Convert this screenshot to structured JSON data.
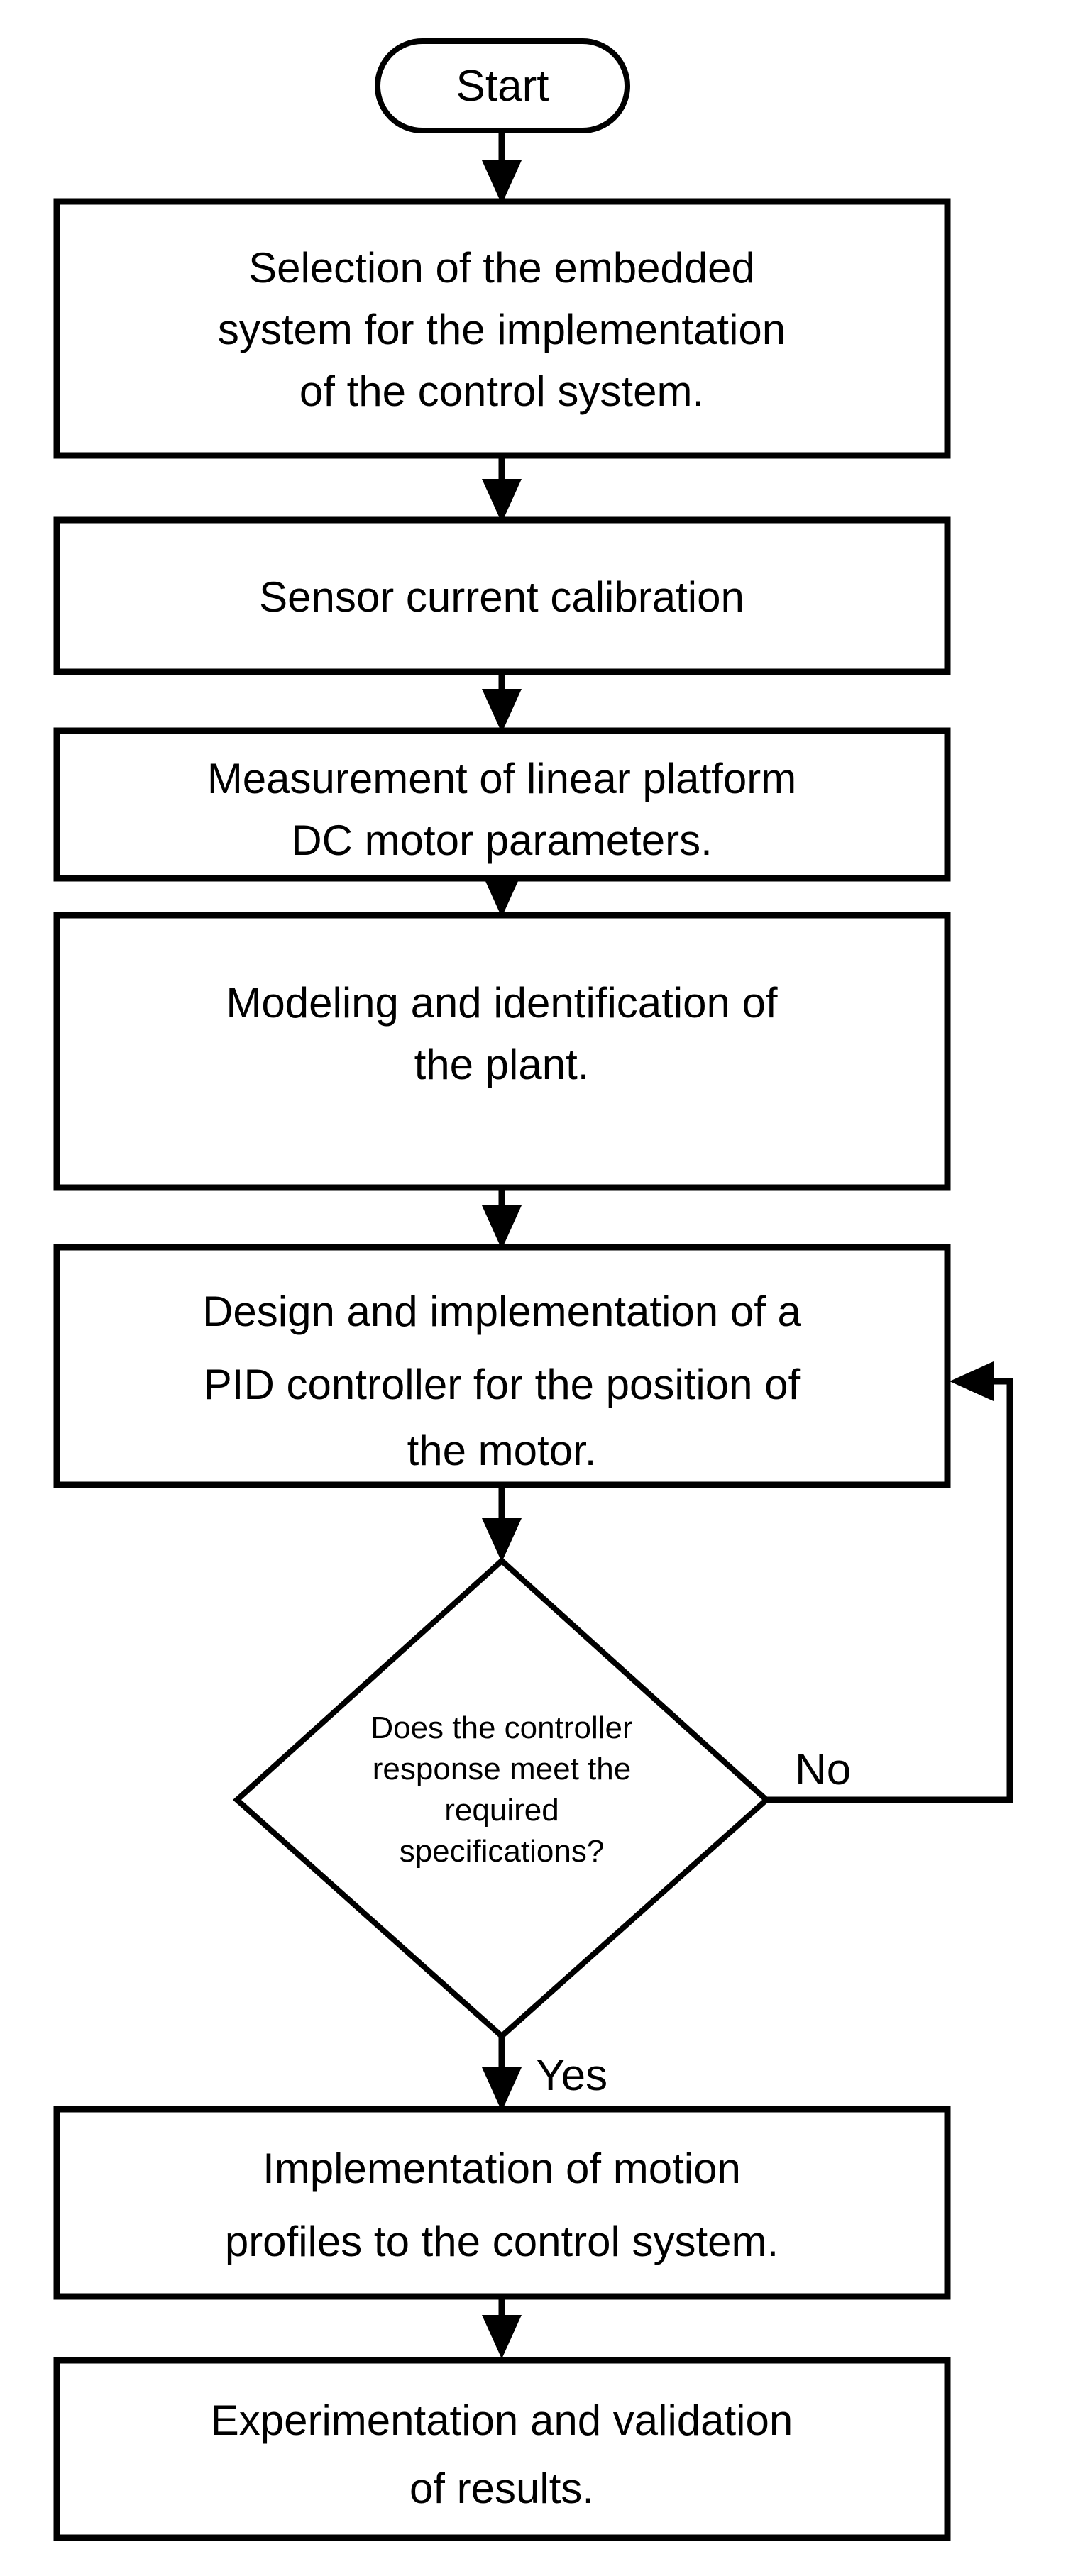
{
  "diagram": {
    "type": "flowchart",
    "orientation": "vertical",
    "background_color": "#ffffff",
    "stroke_color": "#000000",
    "fill_color": "#ffffff",
    "nodes": [
      {
        "id": "start",
        "shape": "terminator",
        "label": "Start"
      },
      {
        "id": "selection",
        "shape": "process",
        "lines": [
          "Selection of the embedded",
          "system for the implementation",
          "of the control system."
        ]
      },
      {
        "id": "calibration",
        "shape": "process",
        "lines": [
          "Sensor current calibration"
        ]
      },
      {
        "id": "measurement",
        "shape": "process",
        "lines": [
          "Measurement of linear platform",
          "DC motor parameters."
        ]
      },
      {
        "id": "modeling",
        "shape": "process",
        "lines": [
          "Modeling and identification of",
          "the plant."
        ]
      },
      {
        "id": "pid",
        "shape": "process",
        "lines": [
          "Design and implementation of a",
          "PID controller for the position of",
          "the motor."
        ]
      },
      {
        "id": "decision",
        "shape": "decision",
        "lines": [
          "Does the controller",
          "response meet the",
          "required",
          "specifications?"
        ]
      },
      {
        "id": "profiles",
        "shape": "process",
        "lines": [
          "Implementation of motion",
          "profiles to the control system."
        ]
      },
      {
        "id": "experimentation",
        "shape": "process",
        "lines": [
          "Experimentation and validation",
          "of results."
        ]
      }
    ],
    "edges": [
      {
        "id": "e1",
        "from": "start",
        "to": "selection",
        "label": ""
      },
      {
        "id": "e2",
        "from": "selection",
        "to": "calibration",
        "label": ""
      },
      {
        "id": "e3",
        "from": "calibration",
        "to": "measurement",
        "label": ""
      },
      {
        "id": "e4",
        "from": "measurement",
        "to": "modeling",
        "label": ""
      },
      {
        "id": "e5",
        "from": "modeling",
        "to": "pid",
        "label": ""
      },
      {
        "id": "e6",
        "from": "pid",
        "to": "decision",
        "label": ""
      },
      {
        "id": "e7",
        "from": "decision",
        "to": "pid",
        "label": "No"
      },
      {
        "id": "e8",
        "from": "decision",
        "to": "profiles",
        "label": "Yes"
      },
      {
        "id": "e9",
        "from": "profiles",
        "to": "experimentation",
        "label": ""
      }
    ],
    "edge_labels": {
      "no": "No",
      "yes": "Yes"
    }
  }
}
